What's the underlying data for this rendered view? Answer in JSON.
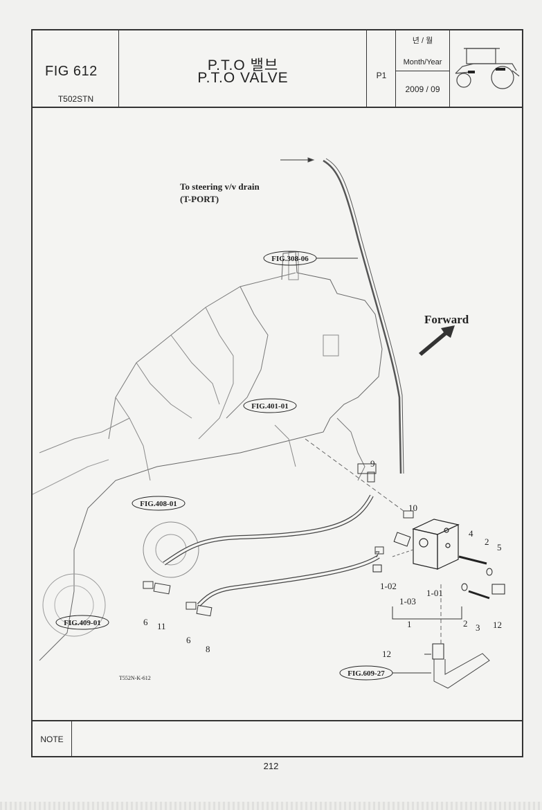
{
  "header": {
    "fig_number": "FIG 612",
    "model": "T502STN",
    "title_ko": "P.T.O 밸브",
    "title_en": "P.T.O VALVE",
    "page": "P1",
    "date_label_ko": "년 / 월",
    "date_label_en": "Month/Year",
    "date_value": "2009 / 09"
  },
  "diagram": {
    "note_steering": "To steering v/v drain",
    "note_tport": "(T-PORT)",
    "forward": "Forward",
    "drawing_code": "T552N-K-612",
    "refs": {
      "r1": "FIG.308-06",
      "r2": "FIG.401-01",
      "r3": "FIG.408-01",
      "r4": "FIG.409-01",
      "r5": "FIG.609-27"
    },
    "parts": {
      "p9": "9",
      "p10": "10",
      "p4": "4",
      "p2a": "2",
      "p5": "5",
      "p7": "7",
      "p102": "1-02",
      "p101": "1-01",
      "p103": "1-03",
      "p1": "1",
      "p2b": "2",
      "p3": "3",
      "p12a": "12",
      "p6a": "6",
      "p11": "11",
      "p6b": "6",
      "p8": "8",
      "p12b": "12"
    }
  },
  "footer": {
    "note_label": "NOTE",
    "note_text": "",
    "page_number": "212"
  }
}
